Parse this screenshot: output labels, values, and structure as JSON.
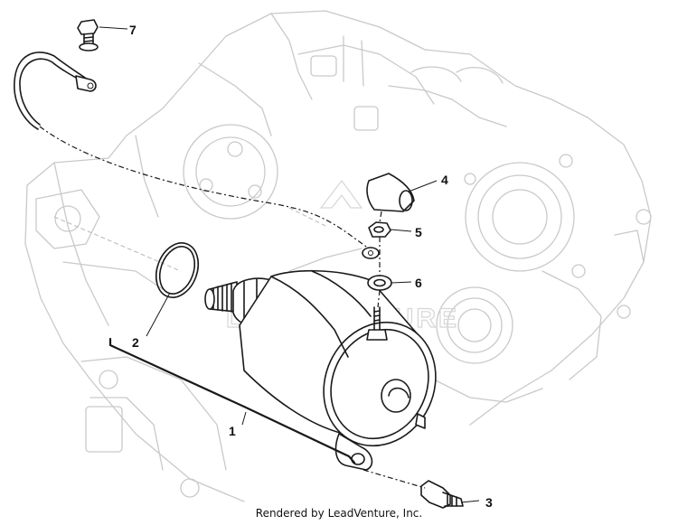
{
  "diagram": {
    "watermark": "LEADVENTURE",
    "footer": "Rendered by LeadVenture, Inc.",
    "callouts": [
      {
        "id": "1",
        "label": "1"
      },
      {
        "id": "2",
        "label": "2"
      },
      {
        "id": "3",
        "label": "3"
      },
      {
        "id": "4",
        "label": "4"
      },
      {
        "id": "5",
        "label": "5"
      },
      {
        "id": "6",
        "label": "6"
      },
      {
        "id": "7",
        "label": "7"
      }
    ]
  }
}
